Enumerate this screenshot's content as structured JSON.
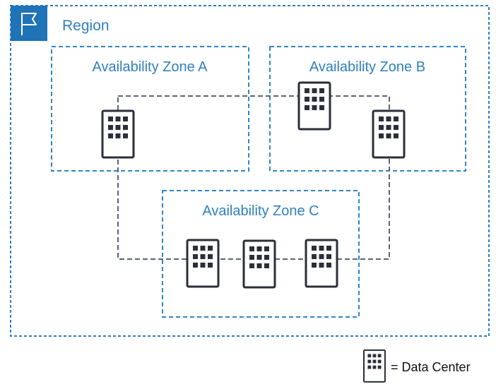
{
  "region": {
    "label": "Region",
    "icon": "flag-icon"
  },
  "availability_zones": [
    {
      "label": "Availability Zone A",
      "data_centers": 1
    },
    {
      "label": "Availability Zone B",
      "data_centers": 2
    },
    {
      "label": "Availability Zone C",
      "data_centers": 3
    }
  ],
  "legend": {
    "icon": "data-center-icon",
    "label": "= Data Center"
  },
  "colors": {
    "region_border": "#2f7bbf",
    "zone_border": "#2f85c6",
    "zone_label": "#2f7fc1",
    "interconnect": "#5b6378",
    "flag_bg": "#1f73b7",
    "data_center": "#2b2f3a"
  }
}
